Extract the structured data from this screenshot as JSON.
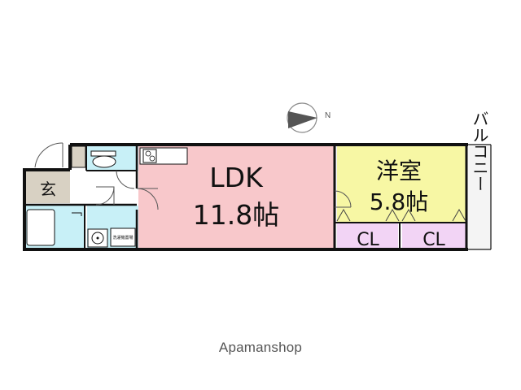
{
  "rooms": {
    "ldk": {
      "name": "LDK",
      "size": "11.8帖"
    },
    "western": {
      "name": "洋室",
      "size": "5.8帖"
    },
    "closet_1": "CL",
    "closet_2": "CL",
    "entrance": "玄",
    "balcony": "バルコニー",
    "washer_note": "洗濯機置場"
  },
  "compass": {
    "label": "N"
  },
  "brand": "Apamanshop",
  "colors": {
    "ldk": "#f8c8cb",
    "western": "#f7f7a4",
    "closet": "#f2d4f5",
    "wet": "#c8f0f7",
    "entrance": "#d8d1c3",
    "wall": "#111111"
  }
}
